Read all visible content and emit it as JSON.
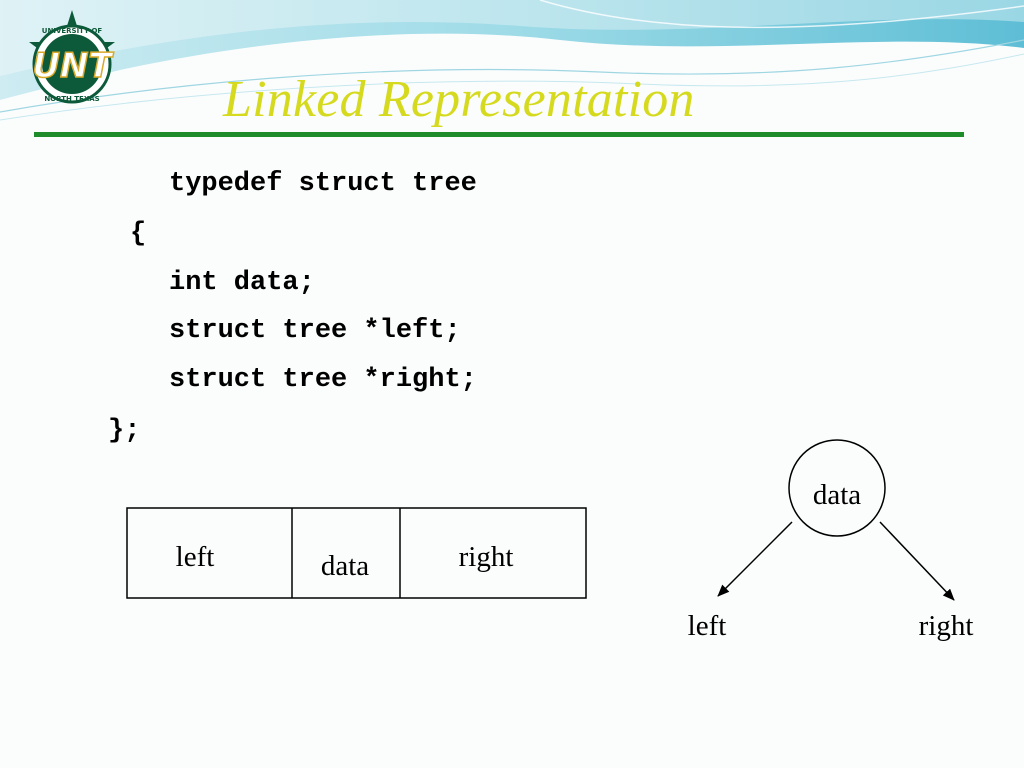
{
  "slide": {
    "title": "Linked Representation",
    "logo_text": "UNT",
    "logo_ring_top": "UNIVERSITY OF",
    "logo_ring_bottom": "NORTH TEXAS"
  },
  "code": {
    "lines": [
      "typedef struct tree",
      "{",
      "int data;",
      "struct tree *left;",
      "struct tree *right;",
      "};"
    ]
  },
  "node_record": {
    "cells": [
      "left",
      "data",
      "right"
    ]
  },
  "tree_node": {
    "node_label": "data",
    "left_label": "left",
    "right_label": "right"
  },
  "colors": {
    "title": "#d6da1e",
    "rule": "#1f8c2b",
    "logo_green": "#0d5a3a",
    "logo_gold": "#d8a92a"
  }
}
